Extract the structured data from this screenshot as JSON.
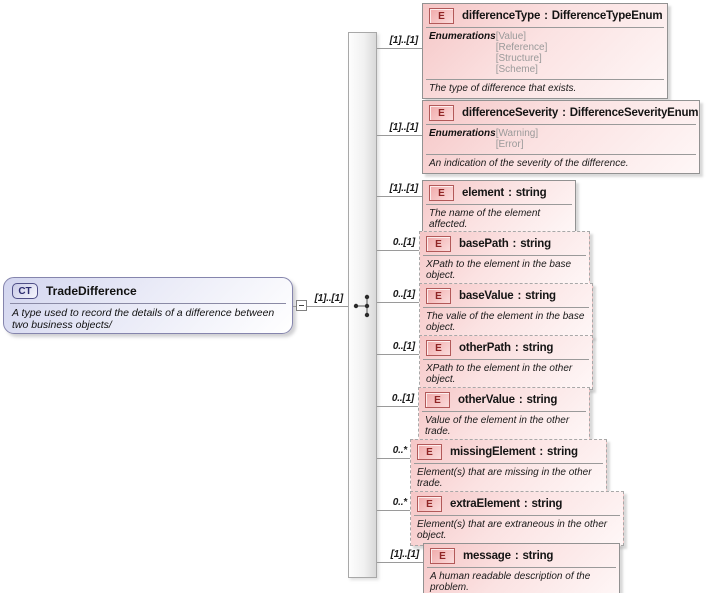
{
  "labels": {
    "colon": ":",
    "enumerations": "Enumerations"
  },
  "diagram": {
    "root": {
      "badge": "CT",
      "title": "TradeDifference",
      "annotation": "A type used to record the details of a difference between two business objects/"
    },
    "root_cardinality": "[1]..[1]",
    "elements": [
      {
        "badge": "E",
        "name": "differenceType",
        "type": "DifferenceTypeEnum",
        "cardinality": "[1]..[1]",
        "enums": [
          "[Value]",
          "[Reference]",
          "[Structure]",
          "[Scheme]"
        ],
        "annotation": "The type of difference that exists.",
        "optional": false
      },
      {
        "badge": "E",
        "name": "differenceSeverity",
        "type": "DifferenceSeverityEnum",
        "cardinality": "[1]..[1]",
        "enums": [
          "[Warning]",
          "[Error]"
        ],
        "annotation": "An indication of the severity of the difference.",
        "optional": false
      },
      {
        "badge": "E",
        "name": "element",
        "type": "string",
        "cardinality": "[1]..[1]",
        "annotation": "The name of the element affected.",
        "optional": false
      },
      {
        "badge": "E",
        "name": "basePath",
        "type": "string",
        "cardinality": "0..[1]",
        "annotation": "XPath to the element in the base object.",
        "optional": true
      },
      {
        "badge": "E",
        "name": "baseValue",
        "type": "string",
        "cardinality": "0..[1]",
        "annotation": "The valie of the element in the base object.",
        "optional": true
      },
      {
        "badge": "E",
        "name": "otherPath",
        "type": "string",
        "cardinality": "0..[1]",
        "annotation": "XPath to the element in the other object.",
        "optional": true
      },
      {
        "badge": "E",
        "name": "otherValue",
        "type": "string",
        "cardinality": "0..[1]",
        "annotation": "Value of the element in the other trade.",
        "optional": true
      },
      {
        "badge": "E",
        "name": "missingElement",
        "type": "string",
        "cardinality": "0..*",
        "annotation": "Element(s) that are missing in the other trade.",
        "optional": true
      },
      {
        "badge": "E",
        "name": "extraElement",
        "type": "string",
        "cardinality": "0..*",
        "annotation": "Element(s) that are extraneous in the other object.",
        "optional": true
      },
      {
        "badge": "E",
        "name": "message",
        "type": "string",
        "cardinality": "[1]..[1]",
        "annotation": "A human readable description of the problem.",
        "optional": false
      }
    ],
    "colors": {
      "element_fill": "#f5c6c6",
      "element_border": "#929292",
      "optional_border": "#a8a8a8",
      "root_fill": "#d2d5ef",
      "root_border": "#8585ad",
      "badge_e_border": "#b25959",
      "badge_e_text": "#8f2525",
      "badge_ct_border": "#4f4f87",
      "badge_ct_text": "#2b2b6e",
      "enum_value_text": "#9a9a9a",
      "connector": "#9a9a9a"
    }
  }
}
